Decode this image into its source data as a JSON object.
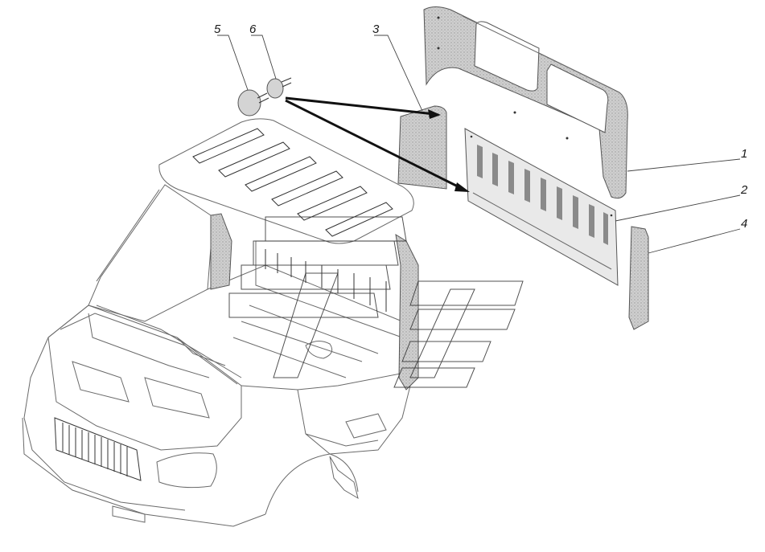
{
  "callouts": [
    {
      "id": "1",
      "label": "1"
    },
    {
      "id": "2",
      "label": "2"
    },
    {
      "id": "3",
      "label": "3"
    },
    {
      "id": "4",
      "label": "4"
    },
    {
      "id": "5",
      "label": "5"
    },
    {
      "id": "6",
      "label": "6"
    }
  ],
  "colors": {
    "line": "#6a6a6a",
    "panel_fill": "#c8c8c8",
    "background": "#ffffff"
  }
}
